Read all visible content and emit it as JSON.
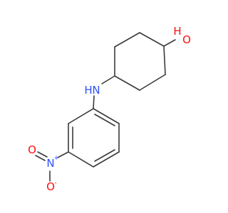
{
  "molecule": {
    "atoms": {
      "hydroxyl_oxygen": "O",
      "hydroxyl_hydrogen": "H",
      "amine_hydrogen": "H",
      "amine_nitrogen": "N",
      "nitro_nitrogen": "N",
      "nitro_plus": "+",
      "nitro_oxygen_double": "O",
      "nitro_oxygen_single": "O",
      "nitro_minus": "-"
    },
    "colors": {
      "bond": "#3a3a3a",
      "oxygen": "#ff0d0d",
      "nitrogen": "#3050f8"
    }
  }
}
